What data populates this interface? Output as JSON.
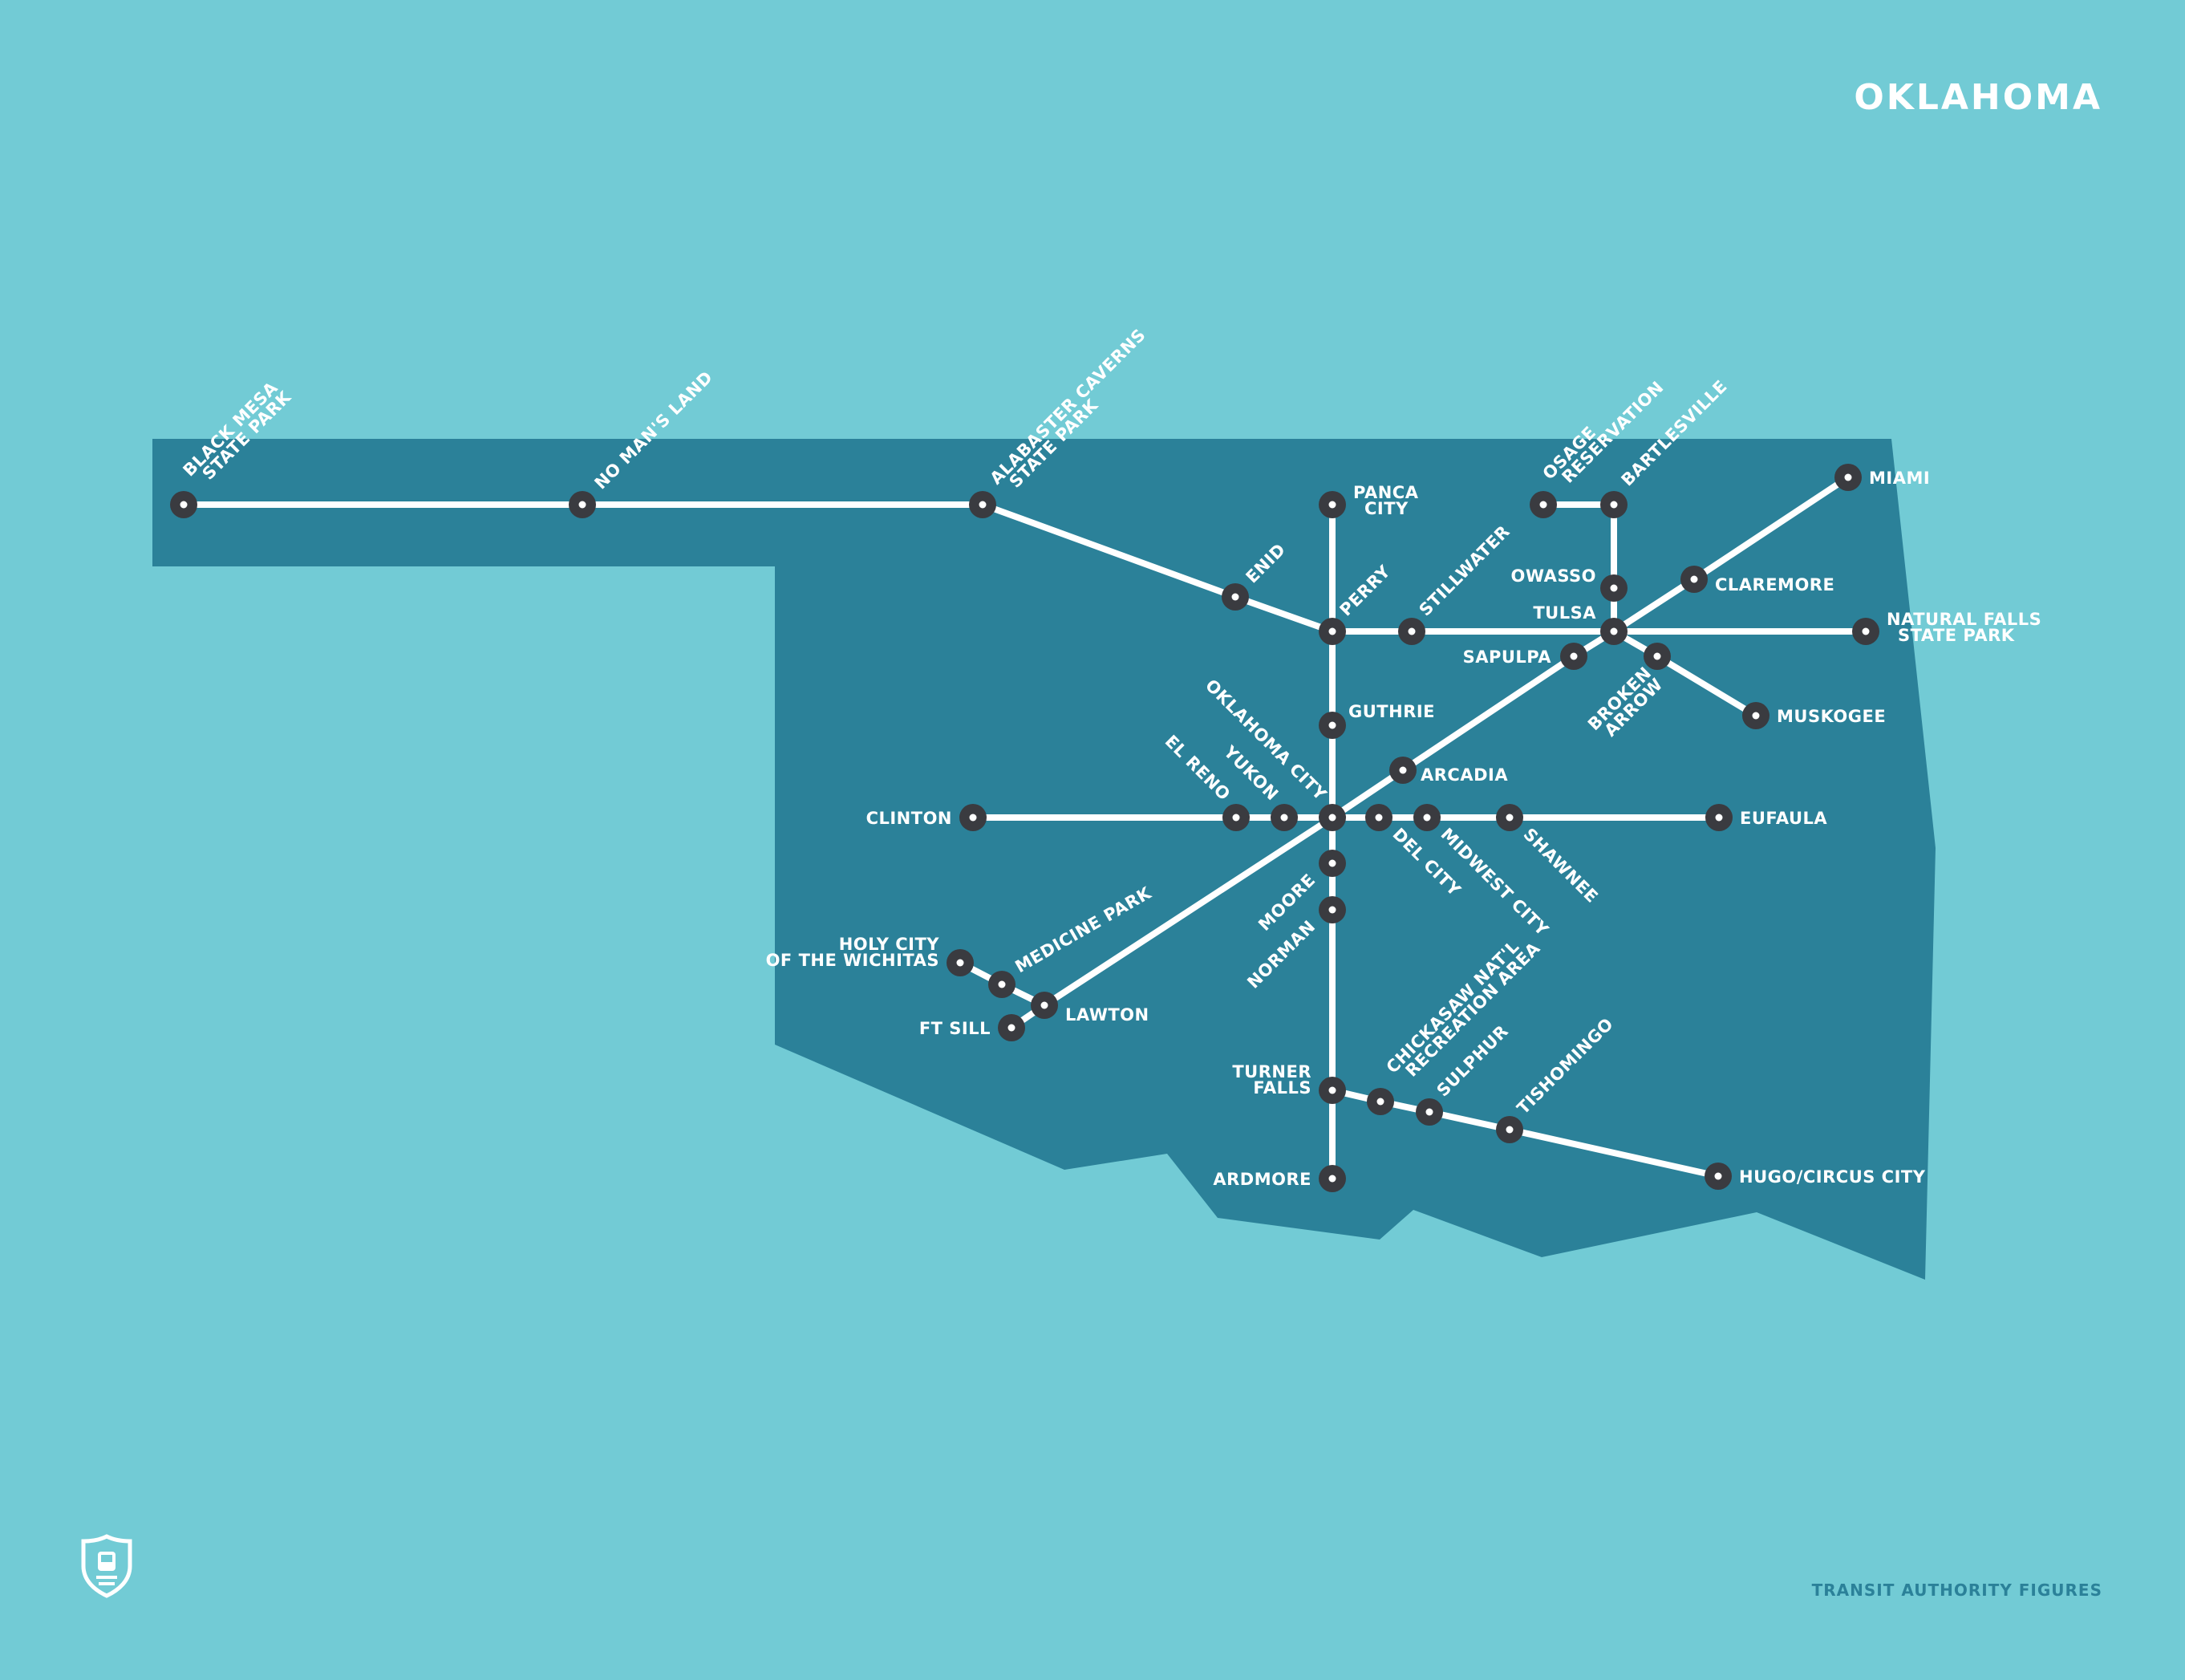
{
  "title": "OKLAHOMA",
  "credit": "TRANSIT AUTHORITY FIGURES",
  "logo_icon": "transit-shield-icon",
  "colors": {
    "background": "#72CBD5",
    "state": "#2B8199",
    "line": "#FFFFFF",
    "station": "#3A3B40",
    "label": "#FFFFFF"
  },
  "stations": [
    {
      "id": "black-mesa",
      "lines": [
        "BLACK MESA",
        "STATE PARK"
      ]
    },
    {
      "id": "no-mans-land",
      "lines": [
        "NO MAN'S LAND"
      ]
    },
    {
      "id": "alabaster",
      "lines": [
        "ALABASTER CAVERNS",
        "STATE PARK"
      ]
    },
    {
      "id": "enid",
      "lines": [
        "ENID"
      ]
    },
    {
      "id": "panca",
      "lines": [
        "PANCA",
        "CITY"
      ]
    },
    {
      "id": "perry",
      "lines": [
        "PERRY"
      ]
    },
    {
      "id": "stillwater",
      "lines": [
        "STILLWATER"
      ]
    },
    {
      "id": "osage",
      "lines": [
        "OSAGE",
        "RESERVATION"
      ]
    },
    {
      "id": "bartlesville",
      "lines": [
        "BARTLESVILLE"
      ]
    },
    {
      "id": "owasso",
      "lines": [
        "OWASSO"
      ]
    },
    {
      "id": "miami",
      "lines": [
        "MIAMI"
      ]
    },
    {
      "id": "claremore",
      "lines": [
        "CLAREMORE"
      ]
    },
    {
      "id": "tulsa",
      "lines": [
        "TULSA"
      ]
    },
    {
      "id": "natural-falls",
      "lines": [
        "NATURAL FALLS",
        "STATE PARK"
      ]
    },
    {
      "id": "sapulpa",
      "lines": [
        "SAPULPA"
      ]
    },
    {
      "id": "broken-arrow",
      "lines": [
        "BROKEN",
        "ARROW"
      ]
    },
    {
      "id": "muskogee",
      "lines": [
        "MUSKOGEE"
      ]
    },
    {
      "id": "guthrie",
      "lines": [
        "GUTHRIE"
      ]
    },
    {
      "id": "arcadia",
      "lines": [
        "ARCADIA"
      ]
    },
    {
      "id": "clinton",
      "lines": [
        "CLINTON"
      ]
    },
    {
      "id": "el-reno",
      "lines": [
        "EL RENO"
      ]
    },
    {
      "id": "yukon",
      "lines": [
        "YUKON"
      ]
    },
    {
      "id": "okc",
      "lines": [
        "OKLAHOMA CITY"
      ]
    },
    {
      "id": "del-city",
      "lines": [
        "DEL CITY"
      ]
    },
    {
      "id": "midwest-city",
      "lines": [
        "MIDWEST CITY"
      ]
    },
    {
      "id": "shawnee",
      "lines": [
        "SHAWNEE"
      ]
    },
    {
      "id": "eufaula",
      "lines": [
        "EUFAULA"
      ]
    },
    {
      "id": "moore",
      "lines": [
        "MOORE"
      ]
    },
    {
      "id": "norman",
      "lines": [
        "NORMAN"
      ]
    },
    {
      "id": "holy-city",
      "lines": [
        "HOLY CITY",
        "OF THE WICHITAS"
      ]
    },
    {
      "id": "medicine-park",
      "lines": [
        "MEDICINE PARK"
      ]
    },
    {
      "id": "lawton",
      "lines": [
        "LAWTON"
      ]
    },
    {
      "id": "ft-sill",
      "lines": [
        "FT SILL"
      ]
    },
    {
      "id": "turner-falls",
      "lines": [
        "TURNER",
        "FALLS"
      ]
    },
    {
      "id": "chickasaw",
      "lines": [
        "CHICKASAW NAT'L",
        "RECREATION AREA"
      ]
    },
    {
      "id": "sulphur",
      "lines": [
        "SULPHUR"
      ]
    },
    {
      "id": "tishomingo",
      "lines": [
        "TISHOMINGO"
      ]
    },
    {
      "id": "hugo",
      "lines": [
        "HUGO/CIRCUS CITY"
      ]
    },
    {
      "id": "ardmore",
      "lines": [
        "ARDMORE"
      ]
    }
  ]
}
